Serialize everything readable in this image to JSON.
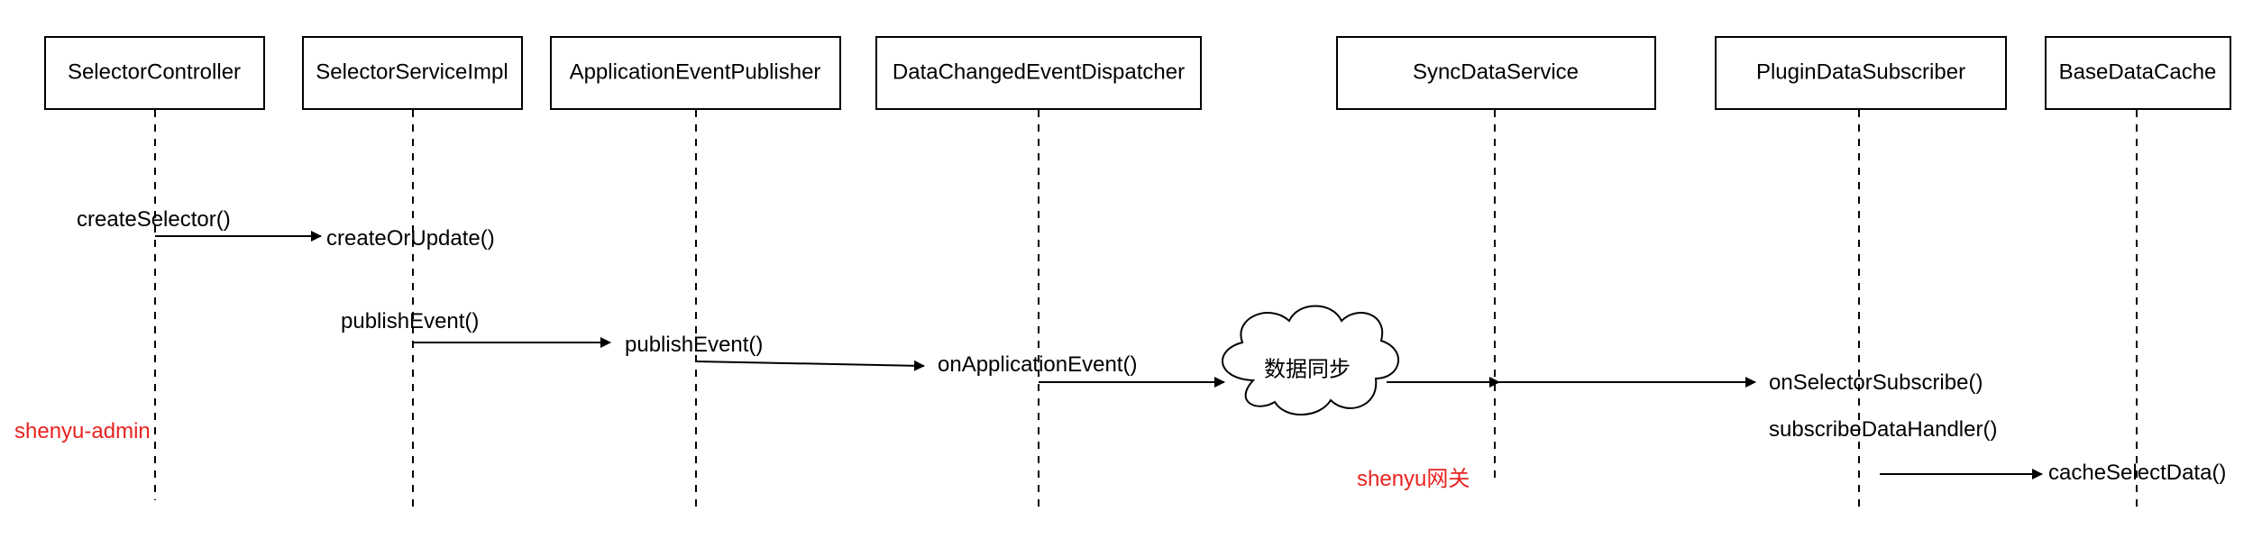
{
  "participants": [
    {
      "id": "selector-controller",
      "label": "SelectorController"
    },
    {
      "id": "selector-service-impl",
      "label": "SelectorServiceImpl"
    },
    {
      "id": "application-event-publisher",
      "label": "ApplicationEventPublisher"
    },
    {
      "id": "data-changed-event-dispatcher",
      "label": "DataChangedEventDispatcher"
    },
    {
      "id": "sync-data-service",
      "label": "SyncDataService"
    },
    {
      "id": "plugin-data-subscriber",
      "label": "PluginDataSubscriber"
    },
    {
      "id": "base-data-cache",
      "label": "BaseDataCache"
    }
  ],
  "messages": [
    {
      "label": "createSelector()"
    },
    {
      "label": "createOrUpdate()"
    },
    {
      "label": "publishEvent()"
    },
    {
      "label": "publishEvent()"
    },
    {
      "label": "onApplicationEvent()"
    },
    {
      "label": "onSelectorSubscribe()"
    },
    {
      "label": "subscribeDataHandler()"
    },
    {
      "label": "cacheSelectData()"
    }
  ],
  "sync_node": {
    "label": "数据同步"
  },
  "regions": {
    "admin_label": "shenyu-admin",
    "gateway_label": "shenyu网关"
  },
  "colors": {
    "region_label": "#e8231f",
    "line": "#000000"
  }
}
